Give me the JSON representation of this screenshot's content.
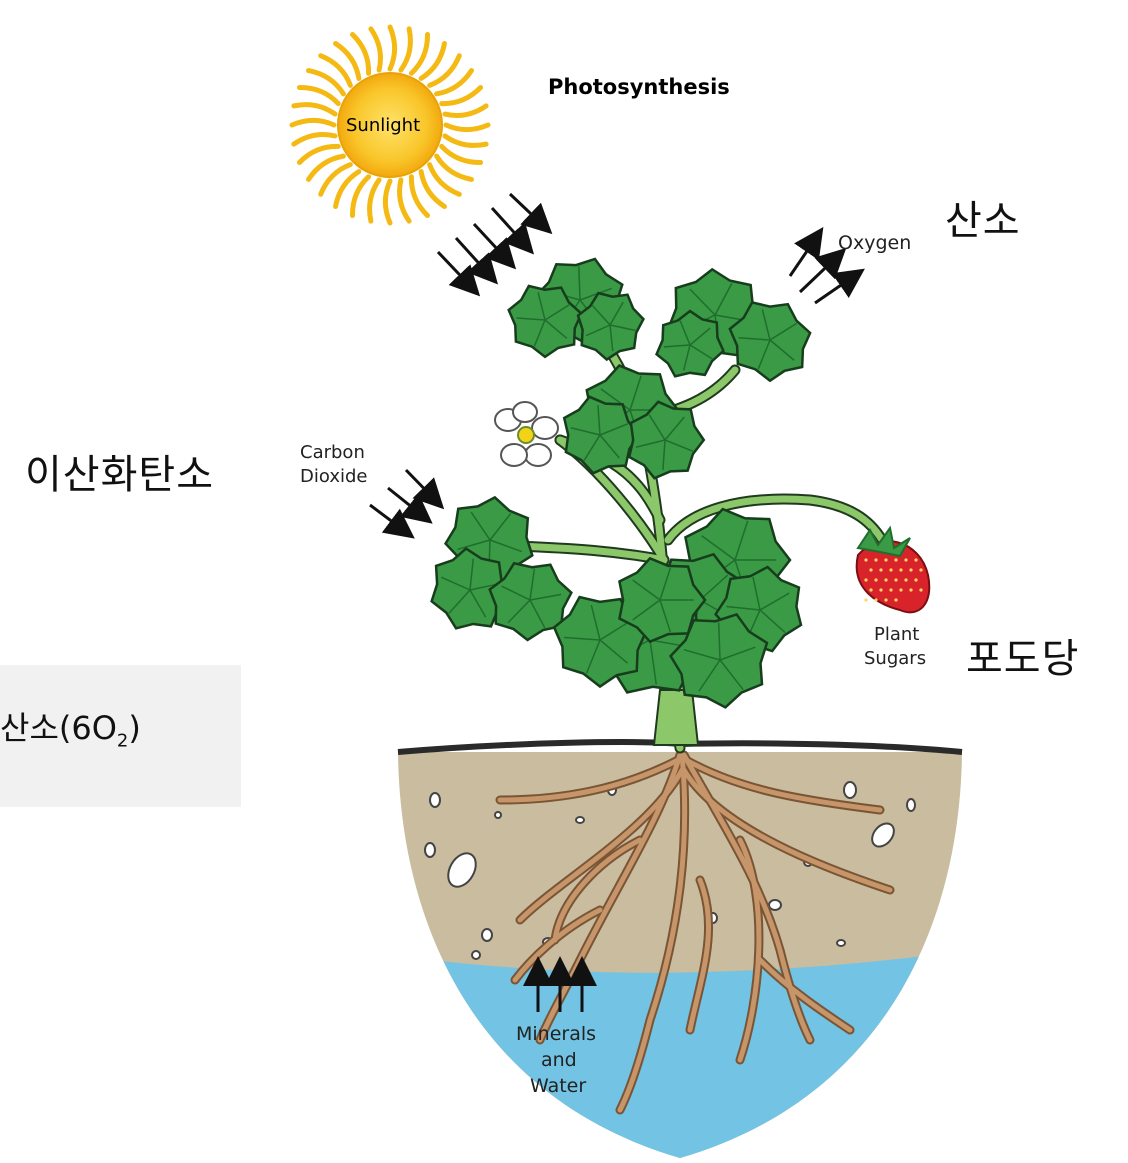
{
  "diagram": {
    "title": "Photosynthesis",
    "sun_label": "Sunlight",
    "oxygen_label": "Oxygen",
    "carbon_label_line1": "Carbon",
    "carbon_label_line2": "Dioxide",
    "sugars_label_line1": "Plant",
    "sugars_label_line2": "Sugars",
    "minerals_label_line1": "Minerals",
    "minerals_label_line2": "and",
    "minerals_label_line3": "Water"
  },
  "annotations": {
    "oxygen_ko": "산소",
    "carbon_dioxide_ko": "이산화탄소",
    "glucose_ko": "포도당"
  },
  "side_panel": {
    "text_main": "산소(6O",
    "text_sub": "2",
    "text_end": ")"
  },
  "colors": {
    "sun": "#f7c21c",
    "leaf": "#3a9a45",
    "leaf_dark": "#1f6e2d",
    "soil": "#c9bc9f",
    "water": "#72c3e4",
    "root": "#b98a5e",
    "strawberry": "#d9232a"
  }
}
